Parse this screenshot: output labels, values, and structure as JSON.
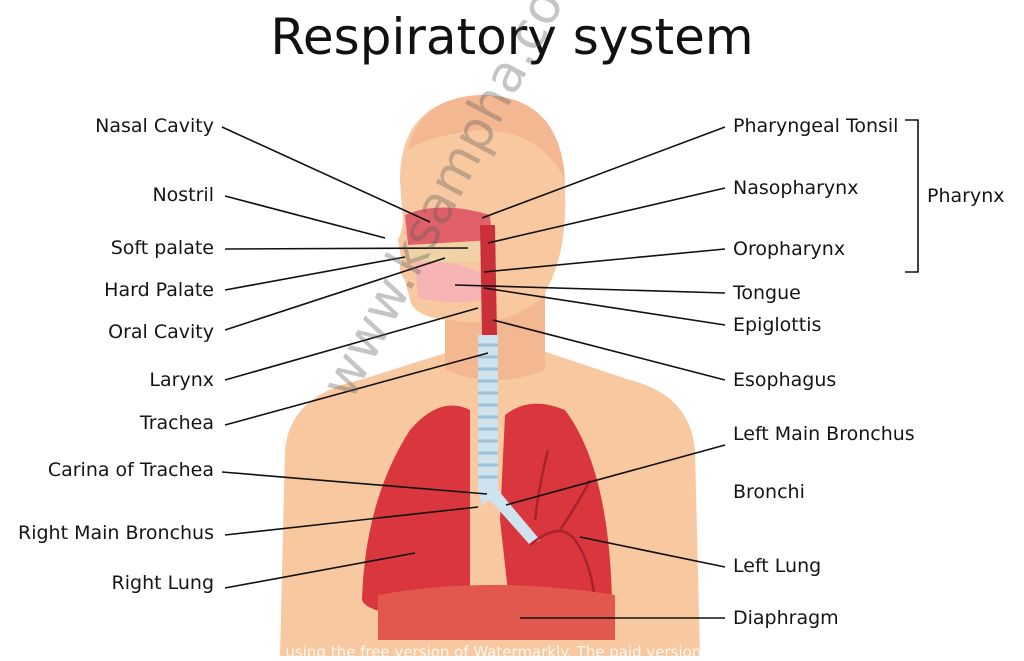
{
  "title": "Respiratory system",
  "left_labels": [
    "Nasal Cavity",
    "Nostril",
    "Soft palate",
    "Hard Palate",
    "Oral Cavity",
    "Larynx",
    "Trachea",
    "Carina of Trachea",
    "Right Main Bronchus",
    "Right Lung"
  ],
  "right_labels": [
    "Pharyngeal Tonsil",
    "Nasopharynx",
    "Oropharynx",
    "Tongue",
    "Epiglottis",
    "Esophagus",
    "Left Main Bronchus",
    "Bronchi",
    "Left Lung",
    "Diaphragm"
  ],
  "group_label": "Pharynx",
  "watermark": "www.ksampha.com",
  "footer_watermark": "Processed using the free version of Watermarkly. The paid version does not add this mark.",
  "colors": {
    "skin": "#f8c9a0",
    "lung": "#d9363e",
    "trachea": "#cfe3ee",
    "diaphragm": "#e2584f"
  }
}
